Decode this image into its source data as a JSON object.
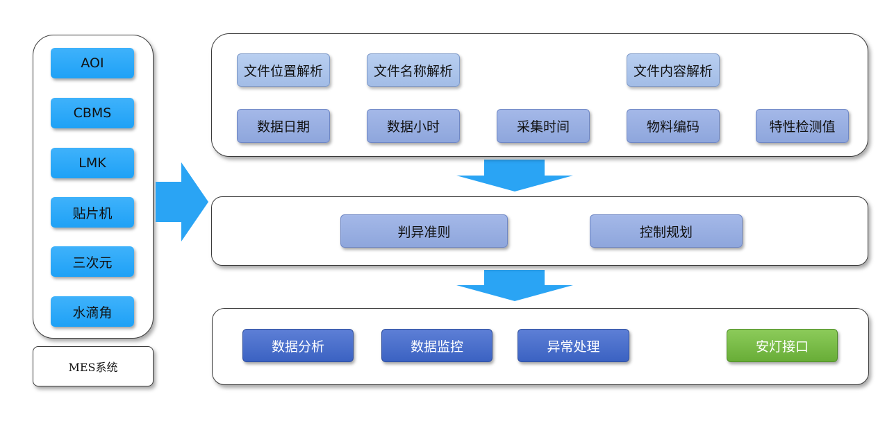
{
  "sources": {
    "items": [
      "AOI",
      "CBMS",
      "LMK",
      "贴片机",
      "三次元",
      "水滴角"
    ],
    "system_label": "MES系统"
  },
  "parsing": {
    "file_location": "文件位置解析",
    "file_name": "文件名称解析",
    "file_content": "文件内容解析",
    "data_date": "数据日期",
    "data_hour": "数据小时",
    "collect_time": "采集时间",
    "material_code": "物料编码",
    "characteristic_value": "特性检测值"
  },
  "rules": {
    "abnormal_criteria": "判异准则",
    "control_plan": "控制规划"
  },
  "outputs": {
    "data_analysis": "数据分析",
    "data_monitoring": "数据监控",
    "exception_handling": "异常处理",
    "andon_interface": "安灯接口"
  },
  "colors": {
    "source_box": "#1ea1f6",
    "big_arrow": "#2aa4f4",
    "light_box": "#a2bce6",
    "medium_box": "#8ea6dc",
    "dark_box": "#3b62c2",
    "green_box": "#68ad37",
    "connector": "#4a6fb5"
  }
}
